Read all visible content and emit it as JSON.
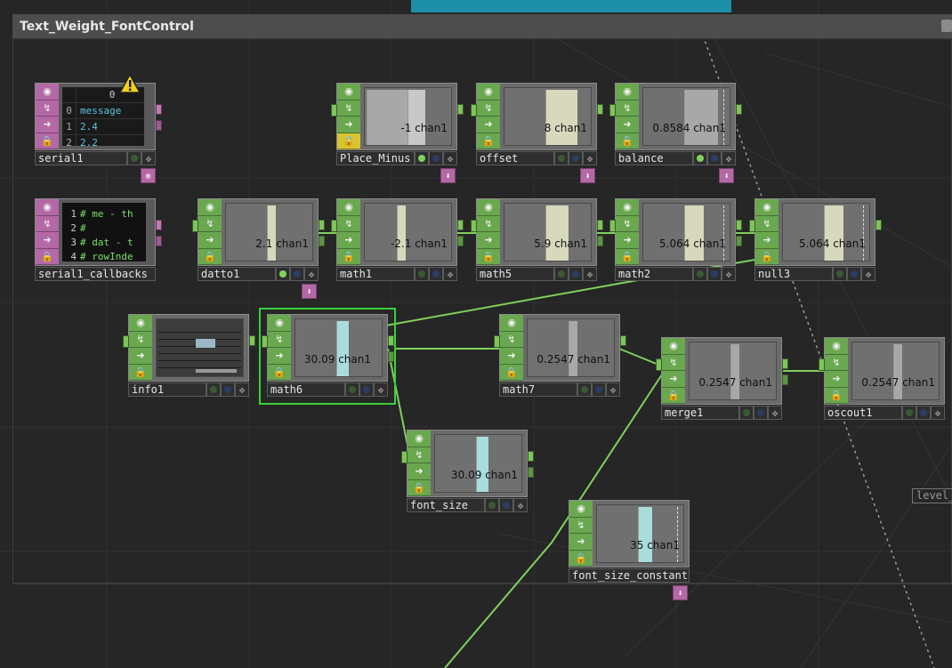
{
  "window": {
    "title": "Text_Weight_FontControl"
  },
  "nodes": {
    "serial1": {
      "name": "serial1",
      "table": {
        "header": "0",
        "rows": [
          {
            "index": "0",
            "value": "message"
          },
          {
            "index": "1",
            "value": "2.4"
          },
          {
            "index": "2",
            "value": "2.2"
          }
        ]
      }
    },
    "serial1_callbacks": {
      "name": "serial1_callbacks",
      "lines": [
        {
          "n": "1",
          "text": "# me - th"
        },
        {
          "n": "2",
          "text": "#"
        },
        {
          "n": "3",
          "text": "# dat - t"
        },
        {
          "n": "4",
          "text": "# rowInde"
        }
      ]
    },
    "place_minus": {
      "name": "Place_Minus",
      "value": "-1",
      "channel": "chan1"
    },
    "offset": {
      "name": "offset",
      "value": "8",
      "channel": "chan1"
    },
    "balance": {
      "name": "balance",
      "value": "0.8584",
      "channel": "chan1"
    },
    "datto1": {
      "name": "datto1",
      "value": "2.1",
      "channel": "chan1"
    },
    "math1": {
      "name": "math1",
      "value": "-2.1",
      "channel": "chan1"
    },
    "math5": {
      "name": "math5",
      "value": "5.9",
      "channel": "chan1"
    },
    "math2": {
      "name": "math2",
      "value": "5.064",
      "channel": "chan1"
    },
    "null3": {
      "name": "null3",
      "value": "5.064",
      "channel": "chan1"
    },
    "info1": {
      "name": "info1"
    },
    "math6": {
      "name": "math6",
      "value": "30.09",
      "channel": "chan1"
    },
    "math7": {
      "name": "math7",
      "value": "0.2547",
      "channel": "chan1"
    },
    "merge1": {
      "name": "merge1",
      "value": "0.2547",
      "channel": "chan1"
    },
    "oscout1": {
      "name": "oscout1",
      "value": "0.2547",
      "channel": "chan1"
    },
    "font_size": {
      "name": "font_size",
      "value": "30.09",
      "channel": "chan1"
    },
    "font_size_constant": {
      "name": "font_size_constant",
      "value": "35",
      "channel": "chan1"
    }
  },
  "labels": {
    "level": "level_o"
  },
  "icons": {
    "flags": [
      "viewer-icon",
      "bypass-icon",
      "cook-icon",
      "lock-icon"
    ],
    "warning": "warning-icon",
    "export": "export-down-icon"
  },
  "colors": {
    "chop": "#6aa84f",
    "dat": "#b568a6",
    "wire": "#7fd15b",
    "selection": "#3ad13a"
  }
}
